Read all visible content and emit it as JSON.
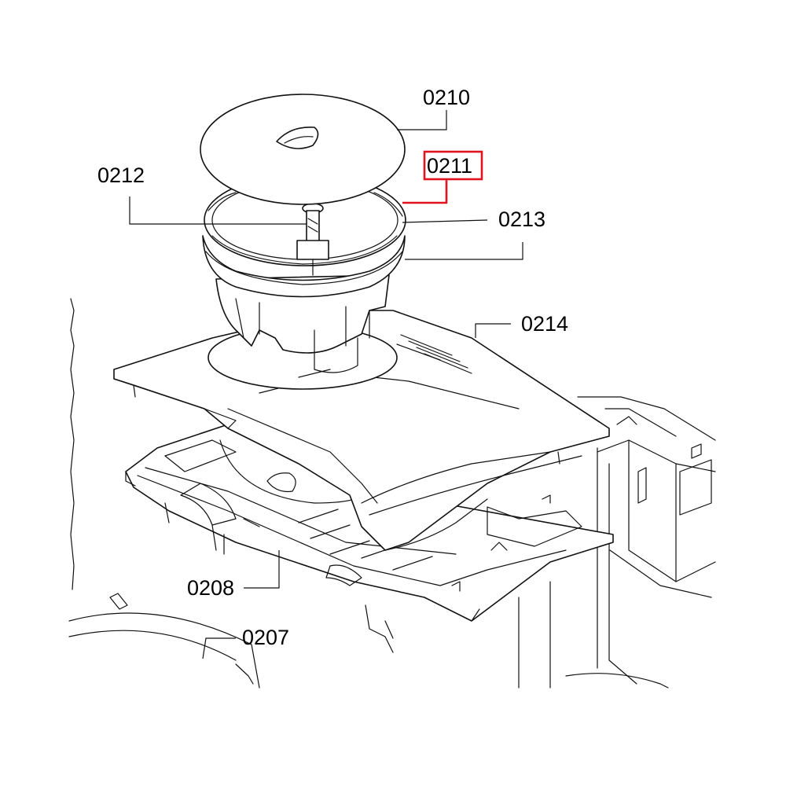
{
  "diagram": {
    "highlight_color": "#e0141e",
    "line_color": "#111111",
    "callouts": [
      {
        "id": "c0210",
        "label": "0210",
        "highlighted": false
      },
      {
        "id": "c0211",
        "label": "0211",
        "highlighted": true
      },
      {
        "id": "c0212",
        "label": "0212",
        "highlighted": false
      },
      {
        "id": "c0213",
        "label": "0213",
        "highlighted": false
      },
      {
        "id": "c0214",
        "label": "0214",
        "highlighted": false
      },
      {
        "id": "c0208",
        "label": "0208",
        "highlighted": false
      },
      {
        "id": "c0207",
        "label": "0207",
        "highlighted": false
      }
    ]
  }
}
